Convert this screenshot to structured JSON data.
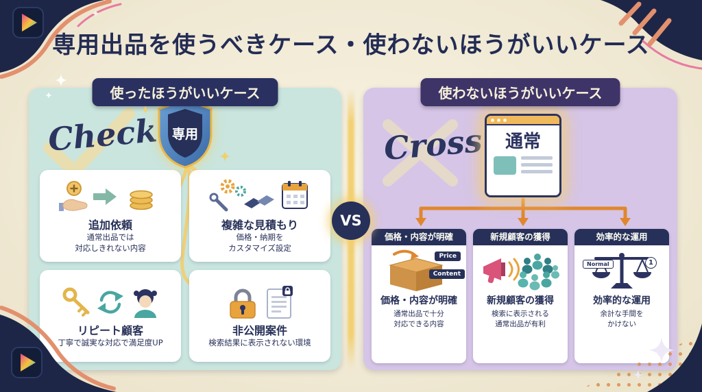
{
  "title": "専用出品を使うべきケース・使わないほうがいいケース",
  "vs_label": "VS",
  "colors": {
    "navy": "#232c54",
    "cream_background": "#f0e9d4",
    "left_panel_teal": "#c9e5de",
    "right_panel_purple": "#d6c5e7",
    "accent_yellow": "#f2cf6f",
    "accent_orange": "#e0872e",
    "corner_navy": "#1d2647",
    "corner_salmon": "#e2906e"
  },
  "left_panel": {
    "header": "使ったほうがいいケース",
    "script_word": "Check",
    "shield_label": "専用",
    "shield_icon": "shield-icon",
    "cards": [
      {
        "icon": "hand-coin-to-coins-icon",
        "title": "追加依頼",
        "desc_line1": "通常出品では",
        "desc_line2": "対応しきれない内容"
      },
      {
        "icon": "gears-handshake-calendar-icon",
        "title": "複雑な見積もり",
        "desc_line1": "価格・納期を",
        "desc_line2": "カスタマイズ設定"
      },
      {
        "icon": "key-repeat-customer-icon",
        "title": "リピート顧客",
        "desc_line1": "丁寧で誠実な対応で満足度UP",
        "desc_line2": ""
      },
      {
        "icon": "lock-document-icon",
        "title": "非公開案件",
        "desc_line1": "検索結果に表示されない環境",
        "desc_line2": ""
      }
    ]
  },
  "right_panel": {
    "header": "使わないほうがいいケース",
    "script_word": "Cross",
    "browser_label": "通常",
    "browser_icon": "browser-window-icon",
    "columns": [
      {
        "badge": "価格・内容が明確",
        "icon": "box-price-content-icon",
        "tag1": "Price",
        "tag2": "Content",
        "title": "価格・内容が明確",
        "desc_line1": "通常出品で十分",
        "desc_line2": "対応できる内容"
      },
      {
        "badge": "新規顧客の獲得",
        "icon": "megaphone-people-icon",
        "title": "新規顧客の獲得",
        "desc_line1": "検索に表示される",
        "desc_line2": "通常出品が有利"
      },
      {
        "badge": "効率的な運用",
        "icon": "balance-scale-icon",
        "tag1": "Normal",
        "tag2": "1",
        "title": "効率的な運用",
        "desc_line1": "余計な手間を",
        "desc_line2": "かけない"
      }
    ]
  }
}
